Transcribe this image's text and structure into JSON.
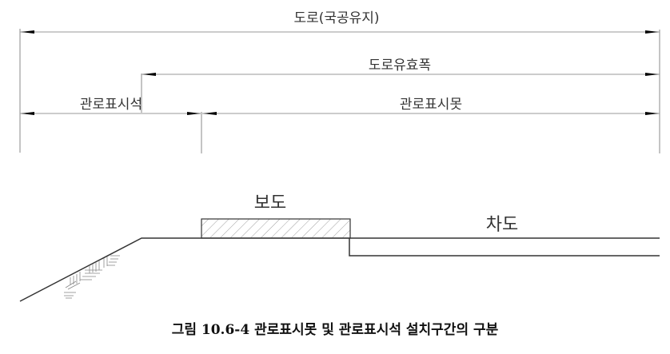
{
  "diagram": {
    "dimensions": {
      "road_public_land": "도로(국공유지)",
      "road_effective_width": "도로유효폭",
      "marker_stone": "관로표시석",
      "marker_nail": "관로표시못"
    },
    "section": {
      "sidewalk": "보도",
      "roadway": "차도"
    },
    "caption": "그림 10.6-4 관로표시못 및 관로표시석 설치구간의 구분"
  }
}
